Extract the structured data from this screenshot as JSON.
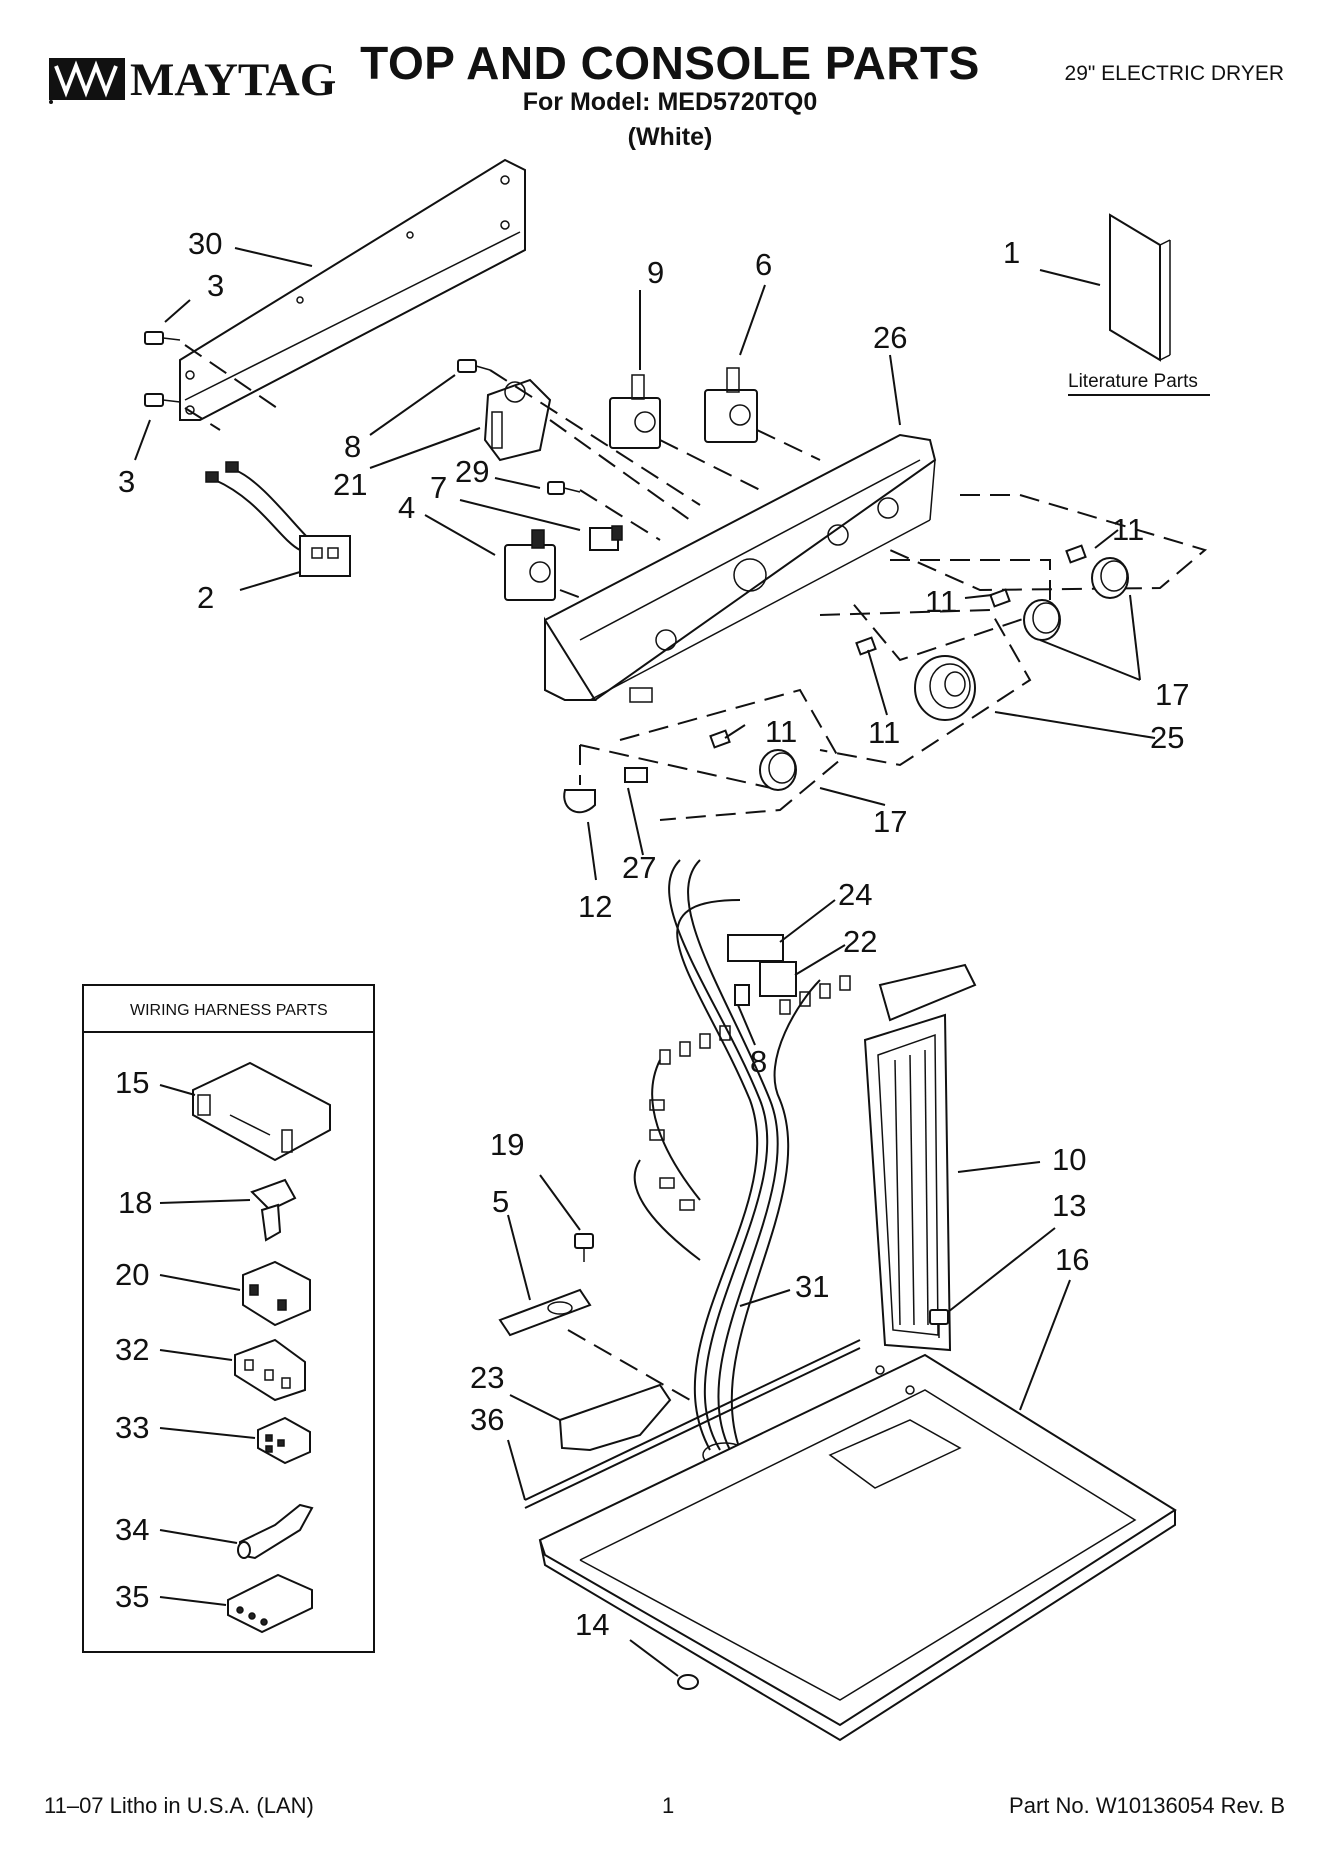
{
  "brand": {
    "name": "MAYTAG"
  },
  "header": {
    "title": "TOP AND CONSOLE PARTS",
    "model_line": "For Model: MED5720TQ0",
    "color_line": "(White)",
    "product": "29\" ELECTRIC DRYER"
  },
  "literature_label": "Literature Parts",
  "wiring_box_title": "WIRING HARNESS PARTS",
  "callouts": {
    "c30": "30",
    "c3a": "3",
    "c3b": "3",
    "c9": "9",
    "c6": "6",
    "c1": "1",
    "c26": "26",
    "c8a": "8",
    "c21": "21",
    "c29": "29",
    "c7": "7",
    "c4": "4",
    "c2": "2",
    "c11a": "11",
    "c11b": "11",
    "c11c": "11",
    "c11d": "11",
    "c17a": "17",
    "c17b": "17",
    "c25": "25",
    "c12": "12",
    "c27": "27",
    "c24": "24",
    "c22": "22",
    "c8b": "8",
    "c10": "10",
    "c13": "13",
    "c16": "16",
    "c19": "19",
    "c5": "5",
    "c31": "31",
    "c23": "23",
    "c36": "36",
    "c14": "14",
    "c15": "15",
    "c18": "18",
    "c20": "20",
    "c32": "32",
    "c33": "33",
    "c34": "34",
    "c35": "35"
  },
  "footer": {
    "litho": "11–07 Litho in U.S.A. (LAN)",
    "page": "1",
    "part_no": "Part No. W10136054 Rev. B"
  }
}
